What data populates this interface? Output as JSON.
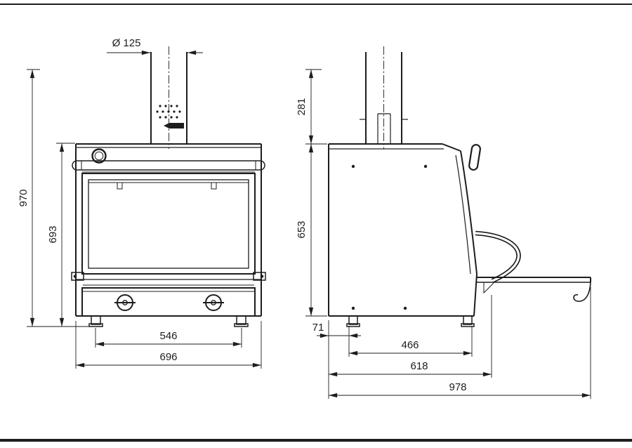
{
  "page": {
    "background_color": "#ffffff",
    "line_color": "#1d1d1d"
  },
  "front_view": {
    "dims": {
      "flue_diameter": "Ø 125",
      "overall_height": "970",
      "body_height": "693",
      "foot_spacing": "546",
      "overall_width": "696"
    }
  },
  "side_view": {
    "dims": {
      "flue_height": "281",
      "body_height": "653",
      "back_offset": "71",
      "foot_spacing": "466",
      "body_depth": "618",
      "overall_depth": "978"
    }
  }
}
